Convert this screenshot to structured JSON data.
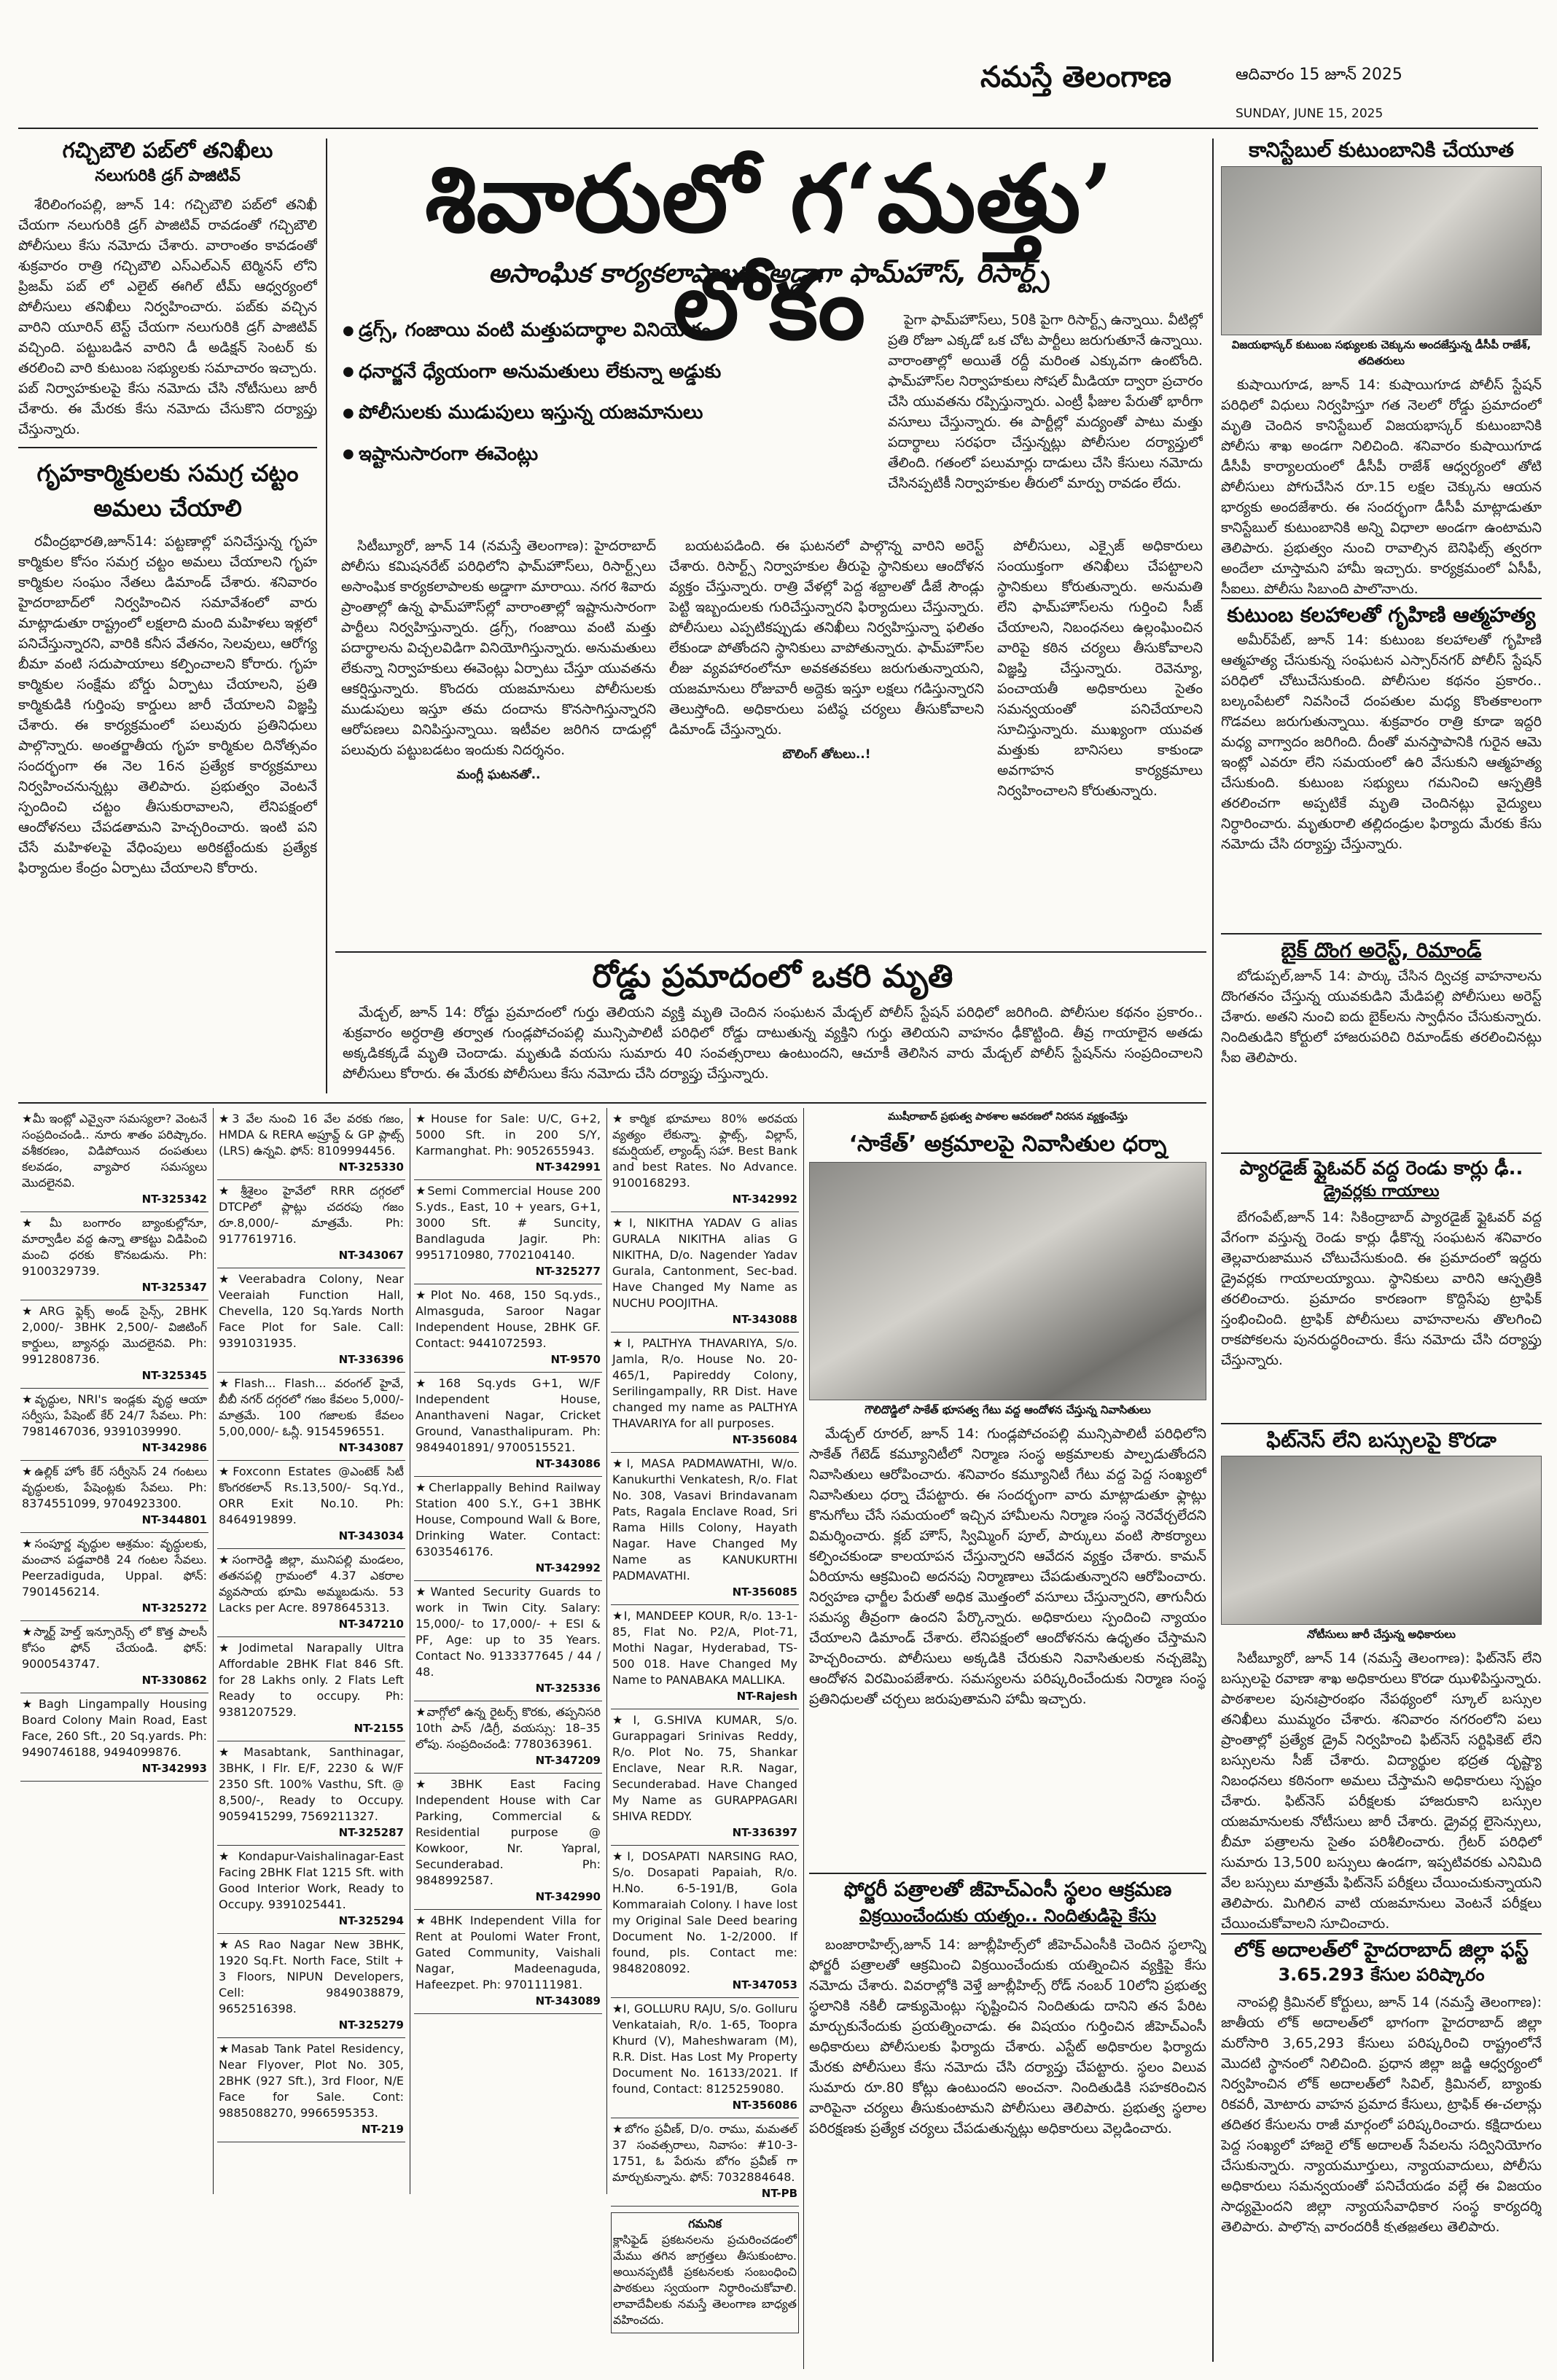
{
  "masthead": {
    "paper_name": "నమస్తే తెలంగాణ",
    "date_te": "ఆదివారం 15 జూన్ 2025",
    "date_en": "SUNDAY, JUNE 15, 2025"
  },
  "left_story1": {
    "headline": "గచ్చిబౌలి పబ్‌లో తనిఖీలు",
    "sub": "నలుగురికి డ్రగ్ పాజిటివ్",
    "body": "శేరిలింగంపల్లి, జూన్ 14: గచ్చిబౌలి పబ్‌లో తనిఖీ చేయగా నలుగురికి డ్రగ్ పాజిటివ్ రావడంతో గచ్చిబౌలి పోలీసులు కేసు నమోదు చేశారు. వారాంతం కావడంతో శుక్రవారం రాత్రి గచ్చిబౌలి ఎస్ఎల్ఎన్ టెర్మినస్ లోని ప్రిజమ్ పబ్ లో ఎలైట్ ఈగిల్ టీమ్ ఆధ్వర్యంలో పోలీసులు తనిఖీలు నిర్వహించారు. పబ్‌కు వచ్చిన వారిని యూరిన్ టెస్ట్ చేయగా నలుగురికి డ్రగ్ పాజిటివ్ వచ్చింది. పట్టుబడిన వారిని డీ అడిక్షన్ సెంటర్ కు తరలించి వారి కుటుంబ సభ్యులకు సమాచారం ఇచ్చారు. పబ్ నిర్వాహకులపై కేసు నమోదు చేసి నోటీసులు జారీ చేశారు. ఈ మేరకు కేసు నమోదు చేసుకొని దర్యాప్తు చేస్తున్నారు."
  },
  "left_story2": {
    "headline": "గృహకార్మికులకు సమగ్ర చట్టం అమలు చేయాలి",
    "body": "రవీంద్రభారతి,జూన్14: పట్టణాల్లో పనిచేస్తున్న గృహ కార్మికుల కోసం సమగ్ర చట్టం అమలు చేయాలని గృహ కార్మికుల సంఘం నేతలు డిమాండ్ చేశారు. శనివారం హైదరాబాద్‌లో నిర్వహించిన సమావేశంలో వారు మాట్లాడుతూ రాష్ట్రంలో లక్షలాది మంది మహిళలు ఇళ్లలో పనిచేస్తున్నారని, వారికి కనీస వేతనం, సెలవులు, ఆరోగ్య బీమా వంటి సదుపాయాలు కల్పించాలని కోరారు. గృహ కార్మికుల సంక్షేమ బోర్డు ఏర్పాటు చేయాలని, ప్రతి కార్మికుడికి గుర్తింపు కార్డులు జారీ చేయాలని విజ్ఞప్తి చేశారు. ఈ కార్యక్రమంలో పలువురు ప్రతినిధులు పాల్గొన్నారు. అంతర్జాతీయ గృహ కార్మికుల దినోత్సవం సందర్భంగా ఈ నెల 16న ప్రత్యేక కార్యక్రమాలు నిర్వహించనున్నట్లు తెలిపారు. ప్రభుత్వం వెంటనే స్పందించి చట్టం తీసుకురావాలని, లేనిపక్షంలో ఆందోళనలు చేపడతామని హెచ్చరించారు. ఇంటి పని చేసే మహిళలపై వేధింపులు అరికట్టేందుకు ప్రత్యేక ఫిర్యాదుల కేంద్రం ఏర్పాటు చేయాలని కోరారు."
  },
  "lead_story": {
    "headline": "శివారులో గ‘మత్తు’ లోకం",
    "sub": "అసాంఘిక కార్యకలాపాలకు అడ్డాగా ఫామ్‌హౌస్, రిసార్ట్స్",
    "bullets": [
      "డ్రగ్స్, గంజాయి వంటి మత్తుపదార్థాల వినియోగం",
      "ధనార్జనే ధ్యేయంగా అనుమతులు లేకున్నా అడ్డుకు",
      "పోలీసులకు ముడుపులు ఇస్తున్న యజమానులు",
      "ఇష్టానుసారంగా ఈవెంట్లు"
    ],
    "body1": "సిటీబ్యూరో, జూన్ 14 (నమస్తే తెలంగాణ): హైదరాబాద్ పోలీసు కమిషనరేట్ పరిధిలోని ఫామ్‌హౌస్‌లు, రిసార్ట్స్‌లు అసాంఘిక కార్యకలాపాలకు అడ్డాగా మారాయి. నగర శివారు ప్రాంతాల్లో ఉన్న ఫామ్‌హౌస్‌ల్లో వారాంతాల్లో ఇష్టానుసారంగా పార్టీలు నిర్వహిస్తున్నారు. డ్రగ్స్, గంజాయి వంటి మత్తు పదార్థాలను విచ్చలవిడిగా వినియోగిస్తున్నారు. అనుమతులు లేకున్నా నిర్వాహకులు ఈవెంట్లు ఏర్పాటు చేస్తూ యువతను ఆకర్షిస్తున్నారు. కొందరు యజమానులు పోలీసులకు ముడుపులు ఇస్తూ తమ దందాను కొనసాగిస్తున్నారని ఆరోపణలు వినిపిస్తున్నాయి. ఇటీవల జరిగిన దాడుల్లో పలువురు పట్టుబడటం ఇందుకు నిదర్శనం.",
    "body2": "బయటపడింది. ఈ ఘటనలో పాల్గొన్న వారిని అరెస్ట్ చేశారు. రిసార్ట్స్ నిర్వాహకుల తీరుపై స్థానికులు ఆందోళన వ్యక్తం చేస్తున్నారు. రాత్రి వేళల్లో పెద్ద శబ్దాలతో డీజే సౌండ్లు పెట్టి ఇబ్బందులకు గురిచేస్తున్నారని ఫిర్యాదులు చేస్తున్నారు. పోలీసులు ఎప్పటికప్పుడు తనిఖీలు నిర్వహిస్తున్నా ఫలితం లేకుండా పోతోందని స్థానికులు వాపోతున్నారు. ఫామ్‌హౌస్‌ల లీజు వ్యవహారంలోనూ అవకతవకలు జరుగుతున్నాయని, యజమానులు రోజువారీ అద్దెకు ఇస్తూ లక్షలు గడిస్తున్నారని తెలుస్తోంది. అధికారులు పటిష్ఠ చర్యలు తీసుకోవాలని డిమాండ్ చేస్తున్నారు.",
    "body3": "పైగా ఫామ్‌హౌస్‌లు, 50కి పైగా రిసార్ట్స్ ఉన్నాయి. వీటిల్లో ప్రతి రోజూ ఎక్కడో ఒక చోట పార్టీలు జరుగుతూనే ఉన్నాయి. వారాంతాల్లో అయితే రద్దీ మరింత ఎక్కువగా ఉంటోంది. ఫామ్‌హౌస్‌ల నిర్వాహకులు సోషల్ మీడియా ద్వారా ప్రచారం చేసి యువతను రప్పిస్తున్నారు. ఎంట్రీ ఫీజుల పేరుతో భారీగా వసూలు చేస్తున్నారు. ఈ పార్టీల్లో మద్యంతో పాటు మత్తు పదార్థాలు సరఫరా చేస్తున్నట్లు పోలీసుల దర్యాప్తులో తేలింది. గతంలో పలుమార్లు దాడులు చేసి కేసులు నమోదు చేసినప్పటికీ నిర్వాహకుల తీరులో మార్పు రావడం లేదు.",
    "body4": "పోలీసులు, ఎక్సైజ్ అధికారులు సంయుక్తంగా తనిఖీలు చేపట్టాలని స్థానికులు కోరుతున్నారు. అనుమతి లేని ఫామ్‌హౌస్‌లను గుర్తించి సీజ్ చేయాలని, నిబంధనలు ఉల్లంఘించిన వారిపై కఠిన చర్యలు తీసుకోవాలని విజ్ఞప్తి చేస్తున్నారు. రెవెన్యూ, పంచాయతీ అధికారులు సైతం సమన్వయంతో పనిచేయాలని సూచిస్తున్నారు. ముఖ్యంగా యువత మత్తుకు బానిసలు కాకుండా అవగాహన కార్యక్రమాలు నిర్వహించాలని కోరుతున్నారు.",
    "sub_h1": "మంగ్లీ ఘటనతో..",
    "sub_h2": "బౌలింగ్ తోటలు..!"
  },
  "road_story": {
    "headline": "రోడ్డు ప్రమాదంలో ఒకరి మృతి",
    "body": "మేడ్చల్, జూన్ 14: రోడ్డు ప్రమాదంలో గుర్తు తెలియని వ్యక్తి మృతి చెందిన సంఘటన మేడ్చల్ పోలీస్ స్టేషన్ పరిధిలో జరిగింది. పోలీసుల కథనం ప్రకారం.. శుక్రవారం అర్ధరాత్రి తర్వాత గుండ్లపోచంపల్లి మున్సిపాలిటీ పరిధిలో రోడ్డు దాటుతున్న వ్యక్తిని గుర్తు తెలియని వాహనం ఢీకొట్టింది. తీవ్ర గాయాలైన అతడు అక్కడికక్కడే మృతి చెందాడు. మృతుడి వయసు సుమారు 40 సంవత్సరాలు ఉంటుందని, ఆచూకీ తెలిసిన వారు మేడ్చల్ పోలీస్ స్టేషన్‌ను సంప్రదించాలని పోలీసులు కోరారు. ఈ మేరకు పోలీసులు కేసు నమోదు చేసి దర్యాప్తు చేస్తున్నారు."
  },
  "right_story1": {
    "headline": "కానిస్టేబుల్ కుటుంబానికి చేయూత",
    "caption": "విజయభాస్కర్ కుటుంబ సభ్యులకు చెక్కును అందజేస్తున్న డీసీపీ రాజేశ్, తదితరులు",
    "body": "కుషాయిగూడ, జూన్ 14: కుషాయిగూడ పోలీస్ స్టేషన్ పరిధిలో విధులు నిర్వహిస్తూ గత నెలలో రోడ్డు ప్రమాదంలో మృతి చెందిన కానిస్టేబుల్ విజయభాస్కర్ కుటుంబానికి పోలీసు శాఖ అండగా నిలిచింది. శనివారం కుషాయిగూడ డీసీపీ కార్యాలయంలో డీసీపీ రాజేశ్ ఆధ్వర్యంలో తోటి పోలీసులు పోగుచేసిన రూ.15 లక్షల చెక్కును ఆయన భార్యకు అందజేశారు. ఈ సందర్భంగా డీసీపీ మాట్లాడుతూ కానిస్టేబుల్ కుటుంబానికి అన్ని విధాలా అండగా ఉంటామని తెలిపారు. ప్రభుత్వం నుంచి రావాల్సిన బెనిఫిట్స్ త్వరగా అందేలా చూస్తామని హామీ ఇచ్చారు. కార్యక్రమంలో ఏసీపీ, సీఐలు, పోలీసు సిబ్బంది పాల్గొన్నారు."
  },
  "right_story2": {
    "headline": "కుటుంబ కలహాలతో గృహిణి ఆత్మహత్య",
    "body": "అమీర్‌పేట్, జూన్ 14: కుటుంబ కలహాలతో గృహిణి ఆత్మహత్య చేసుకున్న సంఘటన ఎస్సార్‌నగర్ పోలీస్ స్టేషన్ పరిధిలో చోటుచేసుకుంది. పోలీసుల కథనం ప్రకారం.. బల్కంపేటలో నివసించే దంపతుల మధ్య కొంతకాలంగా గొడవలు జరుగుతున్నాయి. శుక్రవారం రాత్రి కూడా ఇద్దరి మధ్య వాగ్వాదం జరిగింది. దీంతో మనస్తాపానికి గురైన ఆమె ఇంట్లో ఎవరూ లేని సమయంలో ఉరి వేసుకుని ఆత్మహత్య చేసుకుంది. కుటుంబ సభ్యులు గమనించి ఆస్పత్రికి తరలించగా అప్పటికే మృతి చెందినట్లు వైద్యులు నిర్ధారించారు. మృతురాలి తల్లిదండ్రుల ఫిర్యాదు మేరకు కేసు నమోదు చేసి దర్యాప్తు చేస్తున్నారు."
  },
  "right_story3": {
    "headline": "బైక్ దొంగ అరెస్ట్, రిమాండ్",
    "body": "బోడుప్పల్,జూన్ 14: పార్కు చేసిన ద్విచక్ర వాహనాలను దొంగతనం చేస్తున్న యువకుడిని మేడిపల్లి పోలీసులు అరెస్ట్ చేశారు. అతని నుంచి ఐదు బైక్‌లను స్వాధీనం చేసుకున్నారు. నిందితుడిని కోర్టులో హాజరుపరిచి రిమాండ్‌కు తరలించినట్లు సీఐ తెలిపారు."
  },
  "right_story4": {
    "headline": "ప్యారడైజ్ ఫ్లైఓవర్ వద్ద రెండు కార్లు ఢీ..",
    "sub": "డ్రైవర్లకు గాయాలు",
    "body": "బేగంపేట్,జూన్ 14: సికింద్రాబాద్ ప్యారడైజ్ ఫ్లైఓవర్ వద్ద వేగంగా వస్తున్న రెండు కార్లు ఢీకొన్న సంఘటన శనివారం తెల్లవారుజామున చోటుచేసుకుంది. ఈ ప్రమాదంలో ఇద్దరు డ్రైవర్లకు గాయాలయ్యాయి. స్థానికులు వారిని ఆస్పత్రికి తరలించారు. ప్రమాదం కారణంగా కొద్దిసేపు ట్రాఫిక్ స్తంభించింది. ట్రాఫిక్ పోలీసులు వాహనాలను తొలగించి రాకపోకలను పునరుద్ధరించారు. కేసు నమోదు చేసి దర్యాప్తు చేస్తున్నారు."
  },
  "right_story5": {
    "headline": "ఫిట్‌నెస్ లేని బస్సులపై కొరడా",
    "caption": "నోటీసులు జారీ చేస్తున్న అధికారులు",
    "body": "సిటీబ్యూరో, జూన్ 14 (నమస్తే తెలంగాణ): ఫిట్‌నెస్ లేని బస్సులపై రవాణా శాఖ అధికారులు కొరడా ఝుళిపిస్తున్నారు. పాఠశాలల పునఃప్రారంభం నేపథ్యంలో స్కూల్ బస్సుల తనిఖీలు ముమ్మరం చేశారు. శనివారం నగరంలోని పలు ప్రాంతాల్లో ప్రత్యేక డ్రైవ్ నిర్వహించి ఫిట్‌నెస్ సర్టిఫికెట్ లేని బస్సులను సీజ్ చేశారు. విద్యార్థుల భద్రత దృష్ట్యా నిబంధనలు కఠినంగా అమలు చేస్తామని అధికారులు స్పష్టం చేశారు. ఫిట్‌నెస్ పరీక్షలకు హాజరుకాని బస్సుల యజమానులకు నోటీసులు జారీ చేశారు. డ్రైవర్ల లైసెన్సులు, బీమా పత్రాలను సైతం పరిశీలించారు. గ్రేటర్ పరిధిలో సుమారు 13,500 బస్సులు ఉండగా, ఇప్పటివరకు ఎనిమిది వేల బస్సులు మాత్రమే ఫిట్‌నెస్ పరీక్షలు చేయించుకున్నాయని తెలిపారు. మిగిలిన వాటి యజమానులు వెంటనే పరీక్షలు చేయించుకోవాలని సూచించారు."
  },
  "right_story6": {
    "headline": "లోక్ అదాలత్‌లో హైదరాబాద్ జిల్లా ఫస్ట్",
    "sub": "3.65.293 కేసుల పరిష్కారం",
    "body": "నాంపల్లి క్రిమినల్ కోర్టులు, జూన్ 14 (నమస్తే తెలంగాణ): జాతీయ లోక్ అదాలత్‌లో భాగంగా హైదరాబాద్ జిల్లా మరోసారి 3,65,293 కేసులు పరిష్కరించి రాష్ట్రంలోనే మొదటి స్థానంలో నిలిచింది. ప్రధాన జిల్లా జడ్జి ఆధ్వర్యంలో నిర్వహించిన లోక్ అదాలత్‌లో సివిల్, క్రిమినల్, బ్యాంకు రికవరీ, మోటారు వాహన ప్రమాద కేసులు, ట్రాఫిక్ ఈ-చలాన్లు తదితర కేసులను రాజీ మార్గంలో పరిష్కరించారు. కక్షిదారులు పెద్ద సంఖ్యలో హాజరై లోక్ అదాలత్ సేవలను సద్వినియోగం చేసుకున్నారు. న్యాయమూర్తులు, న్యాయవాదులు, పోలీసు అధికారులు సమన్వయంతో పనిచేయడం వల్లే ఈ విజయం సాధ్యమైందని జిల్లా న్యాయసేవాధికార సంస్థ కార్యదర్శి తెలిపారు. పాల్గొన్న వారందరికీ కృతజ్ఞతలు తెలిపారు."
  },
  "center_story1": {
    "kicker": "ముషీరాబాద్ ప్రభుత్వ పాఠశాల ఆవరణలో నిరసన వ్యక్తంచేస్తు",
    "headline": "‘సాకేత్’ అక్రమాలపై నివాసితుల ధర్నా",
    "caption": "గౌలిదొడ్డిలో సాకేత్ భూసత్వ గేటు వద్ద ఆందోళన చేస్తున్న నివాసితులు",
    "body": "మేడ్చల్ రూరల్, జూన్ 14: గుండ్లపోచంపల్లి మున్సిపాలిటీ పరిధిలోని సాకేత్ గేటెడ్ కమ్యూనిటీలో నిర్మాణ సంస్థ అక్రమాలకు పాల్పడుతోందని నివాసితులు ఆరోపించారు. శనివారం కమ్యూనిటీ గేటు వద్ద పెద్ద సంఖ్యలో నివాసితులు ధర్నా చేపట్టారు. ఈ సందర్భంగా వారు మాట్లాడుతూ ఫ్లాట్లు కొనుగోలు చేసే సమయంలో ఇచ్చిన హామీలను నిర్మాణ సంస్థ నెరవేర్చలేదని విమర్శించారు. క్లబ్ హౌస్, స్విమ్మింగ్ పూల్, పార్కులు వంటి సౌకర్యాలు కల్పించకుండా కాలయాపన చేస్తున్నారని ఆవేదన వ్యక్తం చేశారు. కామన్ ఏరియాను ఆక్రమించి అదనపు నిర్మాణాలు చేపడుతున్నారని ఆరోపించారు. నిర్వహణ ఛార్జీల పేరుతో అధిక మొత్తంలో వసూలు చేస్తున్నారని, తాగునీరు సమస్య తీవ్రంగా ఉందని పేర్కొన్నారు. అధికారులు స్పందించి న్యాయం చేయాలని డిమాండ్ చేశారు. లేనిపక్షంలో ఆందోళనను ఉధృతం చేస్తామని హెచ్చరించారు. పోలీసులు అక్కడికి చేరుకుని నివాసితులకు నచ్చజెప్పి ఆందోళన విరమింపజేశారు. సమస్యలను పరిష్కరించేందుకు నిర్మాణ సంస్థ ప్రతినిధులతో చర్చలు జరుపుతామని హామీ ఇచ్చారు."
  },
  "center_story2": {
    "headline": "ఫోర్జరీ పత్రాలతో జీహెచ్‌ఎంసీ స్థలం ఆక్రమణ",
    "sub": "విక్రయించేందుకు యత్నం.. నిందితుడిపై కేసు",
    "body": "బంజారాహిల్స్,జూన్ 14: జూబ్లీహిల్స్‌లో జీహెచ్‌ఎంసీకి చెందిన స్థలాన్ని ఫోర్జరీ పత్రాలతో ఆక్రమించి విక్రయించేందుకు యత్నించిన వ్యక్తిపై కేసు నమోదు చేశారు. వివరాల్లోకి వెళ్తే జూబ్లీహిల్స్ రోడ్ నంబర్ 10లోని ప్రభుత్వ స్థలానికి నకిలీ డాక్యుమెంట్లు సృష్టించిన నిందితుడు దానిని తన పేరిట మార్చుకునేందుకు ప్రయత్నించాడు. ఈ విషయం గుర్తించిన జీహెచ్‌ఎంసీ అధికారులు పోలీసులకు ఫిర్యాదు చేశారు. ఎస్టేట్ అధికారుల ఫిర్యాదు మేరకు పోలీసులు కేసు నమోదు చేసి దర్యాప్తు చేపట్టారు. స్థలం విలువ సుమారు రూ.80 కోట్లు ఉంటుందని అంచనా. నిందితుడికి సహకరించిన వారిపైనా చర్యలు తీసుకుంటామని పోలీసులు తెలిపారు. ప్రభుత్వ స్థలాల పరిరక్షణకు ప్రత్యేక చర్యలు చేపడుతున్నట్లు అధికారులు వెల్లడించారు."
  },
  "ads_col1": [
    {
      "text": "★మీ ఇంట్లో ఎవ్వైనా సమస్యలా? వెంటనే సంప్రదించండి.. నూరు శాతం పరిష్కారం. వశీకరణం, విడిపోయిన దంపతులు కలవడం, వ్యాపార సమస్యలు మొదలైనవి.",
      "code": "NT-325342"
    },
    {
      "text": "★మీ బంగారం బ్యాంకుల్లోనూ, మార్వాడీల వద్ద ఉన్నా తాకట్టు విడిపించి మంచి ధరకు కొనబడును. Ph: 9100329739.",
      "code": "NT-325347"
    },
    {
      "text": "★ARG ఫ్లెక్స్ అండ్ సైన్స్, 2BHK 2,000/- 3BHK 2,500/- విజిటింగ్ కార్డులు, బ్యానర్లు మొదలైనవి. Ph: 9912808736.",
      "code": "NT-325345"
    },
    {
      "text": "★వృద్ధుల, NRI's ఇండ్లకు వృద్ధ ఆయా సర్వీసు, పేషెంట్ కేర్ 24/7 సేవలు. Ph: 7981467036, 9391039990.",
      "code": "NT-342986"
    },
    {
      "text": "★ఉల్లిక్ హోం కేర్ సర్వీసెస్ 24 గంటలు వృద్ధులకు, పేషెంట్లకు సేవలు. Ph: 8374551099, 9704923300.",
      "code": "NT-344801"
    },
    {
      "text": "★సంపూర్ణ వృద్ధుల ఆశ్రమం: వృద్ధులకు, మంచాన పడ్డవారికి 24 గంటల సేవలు. Peerzadiguda, Uppal. ఫోన్: 7901456214.",
      "code": "NT-325272"
    },
    {
      "text": "★స్మార్ట్ హెల్త్ ఇన్సూరెన్స్ లో కొత్త పాలసీ కోసం ఫోన్ చేయండి. ఫోన్: 9000543747.",
      "code": "NT-330862"
    },
    {
      "text": "★Bagh Lingampally Housing Board Colony Main Road, East Face, 260 Sft., 20 Sq.yards. Ph: 9490746188, 9494099876.",
      "code": "NT-342993"
    }
  ],
  "ads_col2": [
    {
      "text": "★3 వేల నుంచి 16 వేల వరకు గజం, HMDA & RERA అప్రూవ్డ్ & GP ప్లాట్స్ (LRS) ఉన్నవి. ఫోన్: 8109994456.",
      "code": "NT-325330"
    },
    {
      "text": "★శ్రీశైలం హైవేలో RRR దగ్గరలో DTCPలో ప్లాట్లు చదరపు గజం రూ.8,000/- మాత్రమే. Ph: 9177619716.",
      "code": "NT-343067"
    },
    {
      "text": "★Veerabadra Colony, Near Veeraiah Function Hall, Chevella, 120 Sq.Yards North Face Plot for Sale. Call: 9391031935.",
      "code": "NT-336396"
    },
    {
      "text": "★Flash... Flash... వరంగల్ హైవే, బీబీ నగర్ దగ్గరలో గజం కేవలం 5,000/- మాత్రమే. 100 గజాలకు కేవలం 5,00,000/- ఓన్లీ. 9154596551.",
      "code": "NT-343087"
    },
    {
      "text": "★Foxconn Estates @ఎంటెక్ సిటీ కొంగరకలాన్ Rs.13,500/- Sq.Yd., ORR Exit No.10. Ph: 8464919899.",
      "code": "NT-343034"
    },
    {
      "text": "★సంగారెడ్డి జిల్లా, మునిపల్లి మండలం, తతనపల్లి గ్రామంలో 4.37 ఎకరాల వ్యవసాయ భూమి అమ్మబడును. 53 Lacks per Acre. 8978645313.",
      "code": "NT-347210"
    },
    {
      "text": "★Jodimetal Narapally Ultra Affordable 2BHK Flat 846 Sft. for 28 Lakhs only. 2 Flats Left Ready to occupy. Ph: 9381207529.",
      "code": "NT-2155"
    },
    {
      "text": "★Masabtank, Santhinagar, 3BHK, I Flr. E/F, 2230 & W/F 2350 Sft. 100% Vasthu, Sft. @ 8,500/-, Ready to Occupy. 9059415299, 7569211327.",
      "code": "NT-325287"
    },
    {
      "text": "★Kondapur-Vaishalinagar-East Facing 2BHK Flat 1215 Sft. with Good Interior Work, Ready to Occupy. 9391025441.",
      "code": "NT-325294"
    },
    {
      "text": "★AS Rao Nagar New 3BHK, 1920 Sq.Ft. North Face, Stilt + 3 Floors, NIPUN Developers, Cell: 9849038879, 9652516398.",
      "code": "NT-325279"
    },
    {
      "text": "★Masab Tank Patel Residency, Near Flyover, Plot No. 305, 2BHK (927 Sft.), 3rd Floor, N/E Face for Sale. Cont: 9885088270, 9966595353.",
      "code": "NT-219"
    }
  ],
  "ads_col3": [
    {
      "text": "★House for Sale: U/C, G+2, 5000 Sft. in 200 S/Y, Karmanghat. Ph: 9052655943.",
      "code": "NT-342991"
    },
    {
      "text": "★Semi Commercial House 200 S.yds., East, 10 + years, G+1, 3000 Sft. # Suncity, Bandlaguda Jagir. Ph: 9951710980, 7702104140.",
      "code": "NT-325277"
    },
    {
      "text": "★Plot No. 468, 150 Sq.yds., Almasguda, Saroor Nagar Independent House, 2BHK GF. Contact: 9441072593.",
      "code": "NT-9570"
    },
    {
      "text": "★168 Sq.yds G+1, W/F Independent House, Ananthaveni Nagar, Cricket Ground, Vanasthalipuram. Ph: 9849401891/ 9700515521.",
      "code": "NT-343086"
    },
    {
      "text": "★Cherlappally Behind Railway Station 400 S.Y., G+1 3BHK House, Compound Wall & Bore, Drinking Water. Contact: 6303546176.",
      "code": "NT-342992"
    },
    {
      "text": "★Wanted Security Guards to work in Twin City. Salary: 15,000/- to 17,000/- + ESI & PF, Age: up to 35 Years. Contact No. 9133377645 / 44 / 48.",
      "code": "NT-325336"
    },
    {
      "text": "★వాగ్గోలో ఉన్న రైటర్స్ కొరకు, తప్పనిసరి 10th పాస్ /డిగ్రీ, వయస్సు: 18–35 లోపు. సంప్రదించండి: 7780363961.",
      "code": "NT-347209"
    },
    {
      "text": "★3BHK East Facing Independent House with Car Parking, Commercial & Residential purpose @ Kowkoor, Nr. Yapral, Secunderabad. Ph: 9848992587.",
      "code": "NT-342990"
    },
    {
      "text": "★4BHK Independent Villa for Rent at Poulomi Water Front, Gated Community, Vaishali Nagar, Madeenaguda, Hafeezpet. Ph: 9701111981.",
      "code": "NT-343089"
    }
  ],
  "ads_col4": [
    {
      "text": "★కార్మిక భూమాలు 80% అరవయ వ్యత్యం లేకున్నా. ఫ్లాట్స్, విల్లాస్, కమర్షియల్, ల్యాండ్స్ సహా. Best Bank and best Rates. No Advance. 9100168293.",
      "code": "NT-342992"
    },
    {
      "text": "★I, NIKITHA YADAV G alias GURALA NIKITHA alias G NIKITHA, D/o. Nagender Yadav Gurala, Cantonment, Sec-bad. Have Changed My Name as NUCHU POOJITHA.",
      "code": "NT-343088"
    },
    {
      "text": "★I, PALTHYA THAVARIYA, S/o. Jamla, R/o. House No. 20-465/1, Papireddy Colony, Serilingampally, RR Dist. Have changed my name as PALTHYA THAVARIYA for all purposes.",
      "code": "NT-356084"
    },
    {
      "text": "★I, MASA PADMAWATHI, W/o. Kanukurthi Venkatesh, R/o. Flat No. 308, Vasavi Brindavanam Pats, Ragala Enclave Road, Sri Rama Hills Colony, Hayath Nagar. Have Changed My Name as KANUKURTHI PADMAVATHI.",
      "code": "NT-356085"
    },
    {
      "text": "★I, MANDEEP KOUR, R/o. 13-1-85, Flat No. P2/A, Plot-71, Mothi Nagar, Hyderabad, TS-500 018. Have Changed My Name to PANABAKA MALLIKA.",
      "code": "NT-Rajesh"
    },
    {
      "text": "★I, G.SHIVA KUMAR, S/o. Gurappagari Srinivas Reddy, R/o. Plot No. 75, Shankar Enclave, Near R.R. Nagar, Secunderabad. Have Changed My Name as GURAPPAGARI SHIVA REDDY.",
      "code": "NT-336397"
    },
    {
      "text": "★I, DOSAPATI NARSING RAO, S/o. Dosapati Papaiah, R/o. H.No. 6-5-191/B, Gola Kommaraiah Colony. I have lost my Original Sale Deed bearing Document No. 1-2/2000. If found, pls. Contact me: 9848208092.",
      "code": "NT-347053"
    },
    {
      "text": "★I, GOLLURU RAJU, S/o. Golluru Venkataiah, R/o. 1-65, Toopra Khurd (V), Maheshwaram (M), R.R. Dist. Has Lost My Property Document No. 16133/2021. If found, Contact: 8125259080.",
      "code": "NT-356086"
    },
    {
      "text": "★బోగం ప్రవీణ్, D/o. రాము, మమతల్ 37 సంవత్సరాలు, నివాసం: #10-3-1751, ఓ పేరును బోగం ప్రవీణ్ గా మార్చుకున్నాను. ఫోన్: 7032884648.",
      "code": "NT-PB"
    }
  ],
  "notice": {
    "title": "గమనిక",
    "text": "క్లాసిఫైడ్ ప్రకటనలను ప్రచురించడంలో మేము తగిన జాగ్రత్తలు తీసుకుంటాం. అయినప్పటికీ ప్రకటనలకు సంబంధించి పాఠకులు స్వయంగా నిర్ధారించుకోవాలి. లావాదేవీలకు నమస్తే తెలంగాణ బాధ్యత వహించదు."
  }
}
